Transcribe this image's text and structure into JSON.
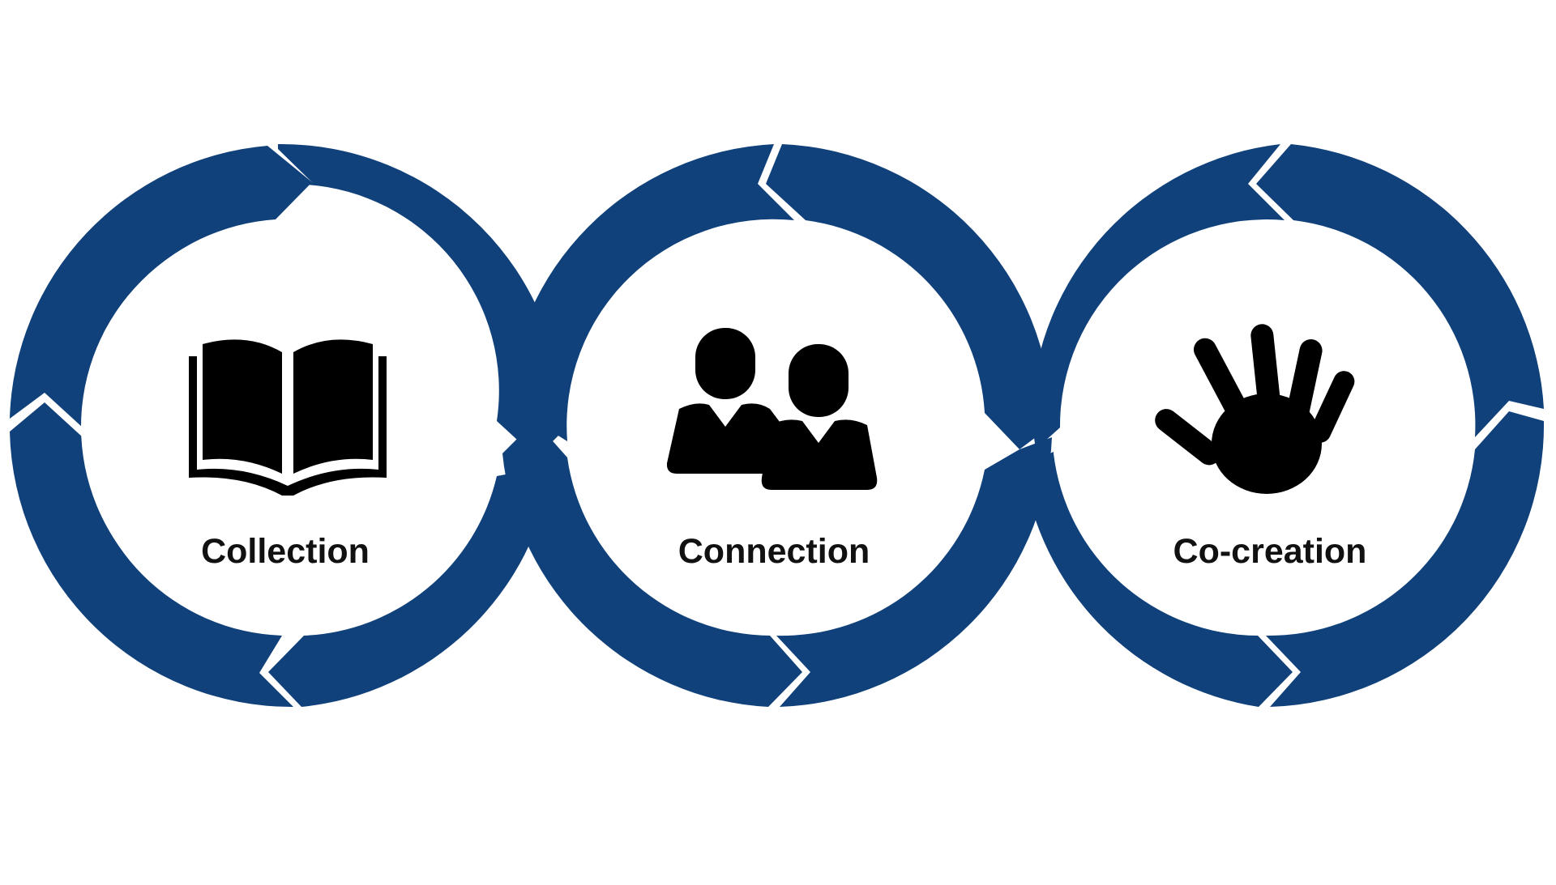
{
  "diagram": {
    "ring_color": "#10417B",
    "icon_color": "#000000",
    "background_color": "#FFFFFF",
    "stages": [
      {
        "label": "Collection",
        "icon": "open-book-icon"
      },
      {
        "label": "Connection",
        "icon": "people-icon"
      },
      {
        "label": "Co-creation",
        "icon": "hand-icon"
      }
    ]
  }
}
